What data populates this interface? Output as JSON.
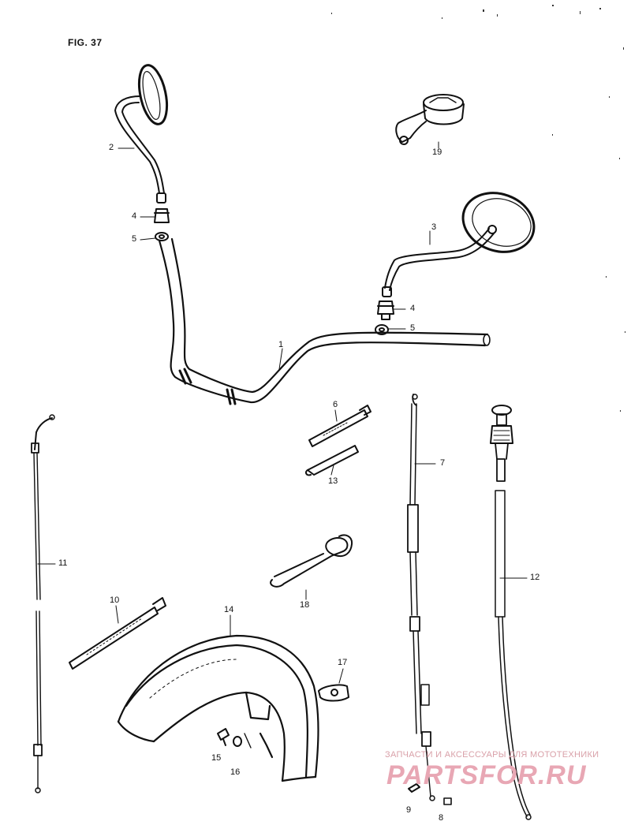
{
  "figure": {
    "title": "FIG. 37"
  },
  "parts": [
    {
      "id": "handlebar",
      "label": "1"
    },
    {
      "id": "mirror-left",
      "label": "2"
    },
    {
      "id": "mirror-right",
      "label": "3"
    },
    {
      "id": "nut-left",
      "label": "4"
    },
    {
      "id": "nut-right",
      "label": "4"
    },
    {
      "id": "washer-left",
      "label": "5"
    },
    {
      "id": "washer-right",
      "label": "5"
    },
    {
      "id": "clamp-6",
      "label": "6"
    },
    {
      "id": "cable-7",
      "label": "7"
    },
    {
      "id": "part-8",
      "label": "8"
    },
    {
      "id": "part-9",
      "label": "9"
    },
    {
      "id": "clamp-10",
      "label": "10"
    },
    {
      "id": "cable-11",
      "label": "11"
    },
    {
      "id": "cable-12",
      "label": "12"
    },
    {
      "id": "clamp-13",
      "label": "13"
    },
    {
      "id": "fender-14",
      "label": "14"
    },
    {
      "id": "screw-15",
      "label": "15"
    },
    {
      "id": "nut-16",
      "label": "16"
    },
    {
      "id": "part-17",
      "label": "17"
    },
    {
      "id": "spring-18",
      "label": "18"
    },
    {
      "id": "switch-19",
      "label": "19"
    }
  ],
  "watermark": {
    "tagline": "ЗАПЧАСТИ И АКСЕССУАРЫ ДЛЯ МОТОТЕХНИКИ",
    "logo": "PARTSFOR.RU"
  }
}
